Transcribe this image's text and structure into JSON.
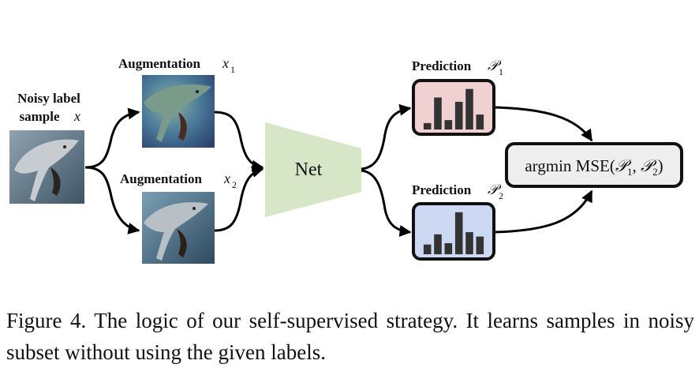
{
  "input": {
    "title_line1": "Noisy label",
    "title_line2": "sample",
    "var": "x"
  },
  "aug1": {
    "title": "Augmentation",
    "var": "x",
    "sub": "1"
  },
  "aug2": {
    "title": "Augmentation",
    "var": "x",
    "sub": "2"
  },
  "net": {
    "label": "Net"
  },
  "pred1": {
    "title": "Prediction",
    "var": "𝒫",
    "sub": "1",
    "bars": [
      0.15,
      0.75,
      0.22,
      0.65,
      0.95,
      0.35
    ]
  },
  "pred2": {
    "title": "Prediction",
    "var": "𝒫",
    "sub": "2",
    "bars": [
      0.22,
      0.45,
      0.25,
      0.95,
      0.5,
      0.4
    ]
  },
  "mse": {
    "prefix": "argmin MSE(",
    "var": "𝒫",
    "sub1": "1",
    "sep": ", ",
    "sub2": "2",
    "suffix": ")"
  },
  "colors": {
    "pred1_fill": "#f0d0d0",
    "pred2_fill": "#cdd9f2",
    "net_fill": "#d6e6c6",
    "mse_fill": "#eeeeee",
    "bar_fill": "#333333"
  },
  "caption": "Figure 4. The logic of our self-supervised strategy. It learns samples in noisy subset without using the given labels."
}
